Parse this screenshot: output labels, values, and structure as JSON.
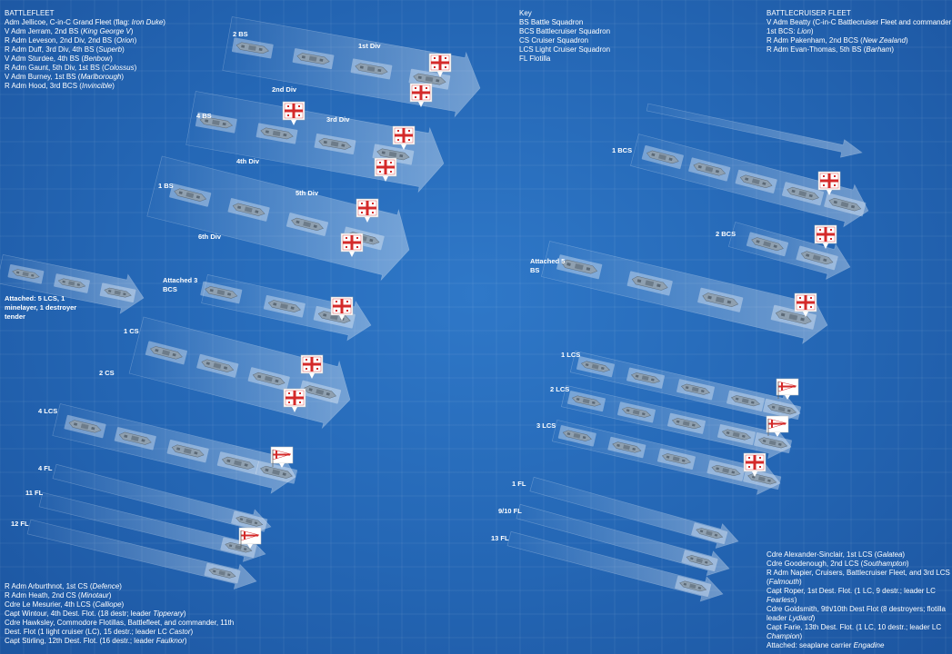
{
  "battlefleet": {
    "title": "BATTLEFLEET",
    "lines": [
      {
        "t": "Adm Jellicoe, C-in-C Grand Fleet (flag: ",
        "i": "Iron Duke",
        "e": ")"
      },
      {
        "t": "V Adm Jerram, 2nd BS (",
        "i": "King George V",
        "e": ")"
      },
      {
        "t": "R Adm Leveson, 2nd Div, 2nd BS (",
        "i": "Orion",
        "e": ")"
      },
      {
        "t": "R Adm Duff, 3rd Div, 4th BS (",
        "i": "Superb",
        "e": ")"
      },
      {
        "t": "V Adm Sturdee, 4th BS (",
        "i": "Benbow",
        "e": ")"
      },
      {
        "t": "R Adm Gaunt, 5th Div, 1st BS (",
        "i": "Colossus",
        "e": ")"
      },
      {
        "t": "V Adm Burney, 1st BS (",
        "i": "Marlborough",
        "e": ")"
      },
      {
        "t": "R Adm Hood, 3rd BCS (",
        "i": "Invincible",
        "e": ")"
      }
    ]
  },
  "key": {
    "title": "Key",
    "items": [
      "BS Battle Squadron",
      "BCS Battlecruiser Squadron",
      "CS Cruiser Squadron",
      "LCS Light Cruiser Squadron",
      "FL Flotilla"
    ]
  },
  "battlecruiser_fleet": {
    "title": "BATTLECRUISER FLEET",
    "lines": [
      {
        "t": "V Adm Beatty (C-in-C Battlecruiser Fleet and commander",
        "i": "",
        "e": ""
      },
      {
        "t": "1st BCS: ",
        "i": "Lion",
        "e": ")"
      },
      {
        "t": "R Adm Pakenham, 2nd BCS (",
        "i": "New Zealand",
        "e": ")"
      },
      {
        "t": "R Adm Evan-Thomas, 5th BS (",
        "i": "Barham",
        "e": ")"
      }
    ]
  },
  "bottom_left": [
    {
      "t": "R Adm Arburthnot, 1st CS (",
      "i": "Defence",
      "e": ")"
    },
    {
      "t": "R Adm Heath, 2nd CS (",
      "i": "Minotaur",
      "e": ")"
    },
    {
      "t": "Cdre Le Mesurier, 4th LCS (",
      "i": "Calliope",
      "e": ")"
    },
    {
      "t": "Capt Wintour, 4th Dest. Flot. (18 destr; leader ",
      "i": "Tipperary",
      "e": ")"
    },
    {
      "t": "Cdre Hawksley, Commodore Flotillas, Battlefleet, and commander, 11th",
      "i": "",
      "e": ""
    },
    {
      "t": "Dest. Flot (1 light cruiser (LC), 15 destr.; leader LC ",
      "i": "Castor",
      "e": ")"
    },
    {
      "t": "Capt Stirling, 12th Dest. Flot. (16 destr.; leader ",
      "i": "Faulknor",
      "e": ")"
    }
  ],
  "bottom_right": [
    {
      "t": "Cdre Alexander-Sinclair, 1st LCS (",
      "i": "Galatea",
      "e": ")"
    },
    {
      "t": "Cdre Goodenough, 2nd LCS (",
      "i": "Southampton",
      "e": ")"
    },
    {
      "t": "R Adm Napier, Cruisers, Battlecruiser Fleet, and 3rd LCS",
      "i": "",
      "e": ""
    },
    {
      "t": "(",
      "i": "Falmouth",
      "e": ")"
    },
    {
      "t": "Capt Roper, 1st Dest. Flot. (1 LC, 9 destr.; leader LC",
      "i": "",
      "e": ""
    },
    {
      "t": "",
      "i": "Fearless",
      "e": ")"
    },
    {
      "t": "Cdre Goldsmith, 9th/10th Dest Flot (8 destroyers; flotilla",
      "i": "",
      "e": ""
    },
    {
      "t": "leader ",
      "i": "Lydiard",
      "e": ")"
    },
    {
      "t": "Capt Farie, 13th Dest. Flot. (1 LC, 10 destr.; leader LC",
      "i": "",
      "e": ""
    },
    {
      "t": "",
      "i": "Champion",
      "e": ")"
    },
    {
      "t": "Attached: seaplane carrier ",
      "i": "Engadine",
      "e": ""
    }
  ],
  "labels": {
    "bs2": "2 BS",
    "div1": "1st Div",
    "div2": "2nd Div",
    "bs4": "4 BS",
    "div3": "3rd Div",
    "div4": "4th Div",
    "bs1": "1 BS",
    "div5": "5th Div",
    "div6": "6th Div",
    "attached_lcs": "Attached: 5 LCS, 1 minelayer, 1 destroyer tender",
    "attached_3bcs": "Attached 3 BCS",
    "cs1": "1 CS",
    "cs2": "2 CS",
    "lcs4": "4 LCS",
    "fl4": "4 FL",
    "fl11": "11 FL",
    "fl12": "12 FL",
    "bcs1": "1 BCS",
    "bcs2": "2 BCS",
    "attached_5bs": "Attached 5 BS",
    "lcs1": "1 LCS",
    "lcs2": "2 LCS",
    "lcs3": "3 LCS",
    "fl1": "1 FL",
    "fl910": "9/10 FL",
    "fl13": "13 FL"
  },
  "colors": {
    "flag_red": "#d42a2a",
    "flag_white": "#ffffff"
  },
  "icons": [
    "ensign-flag-icon",
    "command-flag-icon",
    "warship-icon"
  ]
}
